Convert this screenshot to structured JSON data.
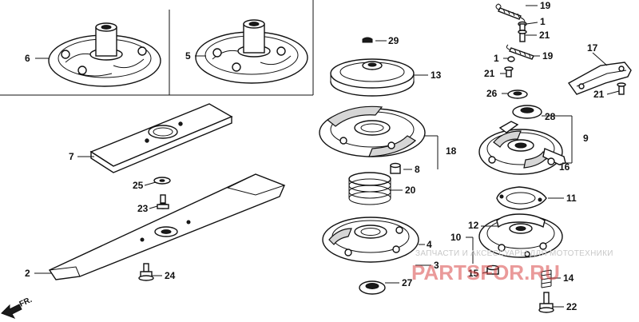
{
  "callouts": {
    "p1a": "1",
    "p1b": "1",
    "p2": "2",
    "p3": "3",
    "p4": "4",
    "p5": "5",
    "p6": "6",
    "p7": "7",
    "p8": "8",
    "p9": "9",
    "p10": "10",
    "p11": "11",
    "p12": "12",
    "p13": "13",
    "p14": "14",
    "p15": "15",
    "p16": "16",
    "p17": "17",
    "p18": "18",
    "p19a": "19",
    "p19b": "19",
    "p20": "20",
    "p21a": "21",
    "p21b": "21",
    "p21c": "21",
    "p22": "22",
    "p23": "23",
    "p24": "24",
    "p25": "25",
    "p26": "26",
    "p27": "27",
    "p28": "28",
    "p29": "29"
  },
  "direction_label": "FR.",
  "watermark": {
    "text": "ЗАПЧАСТИ И АКСЕССУАРЫ ДЛЯ МОТОТЕХНИКИ",
    "logo": "PARTSFOR.RU"
  }
}
